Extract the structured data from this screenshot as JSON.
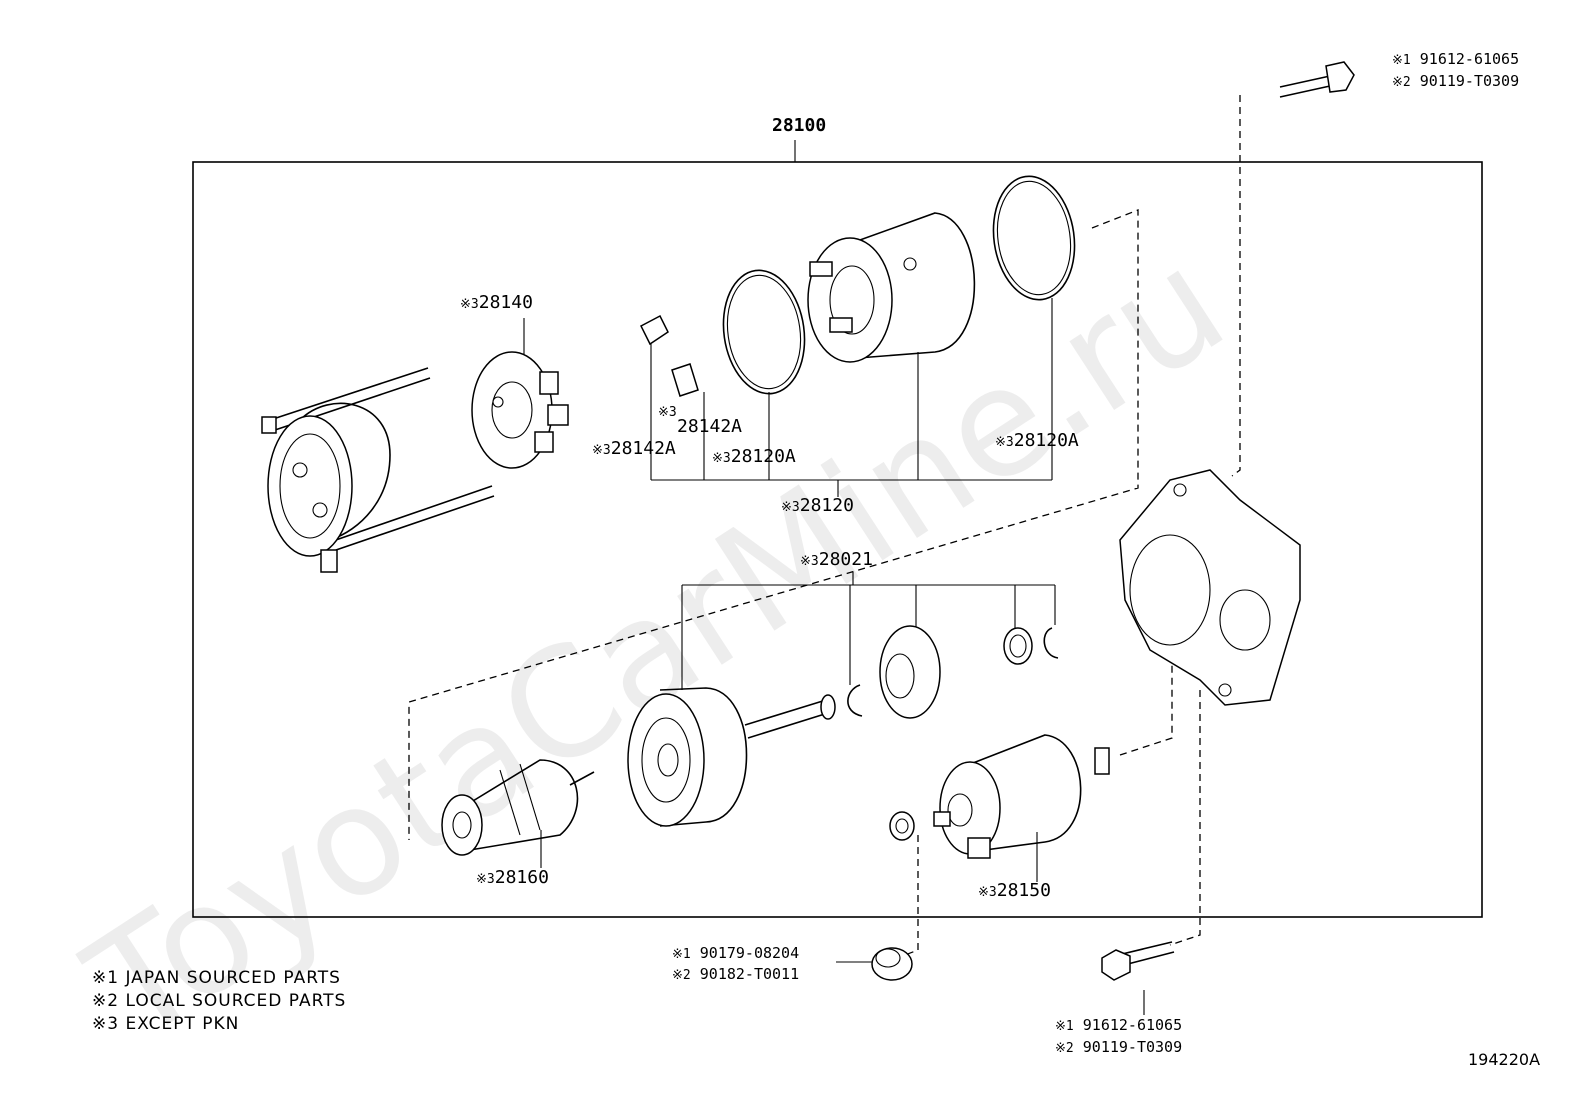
{
  "watermark": "ToyotaCarMine.ru",
  "diagram_id": "194220A",
  "assembly_label": "28100",
  "prefix": {
    "x1": "※1",
    "x2": "※2",
    "x3": "※3"
  },
  "labels": {
    "p28140": "28140",
    "p28142a_upper": "28142A",
    "p28142a_lower": "28142A",
    "p28120a_mid": "28120A",
    "p28120a_right": "28120A",
    "p28120": "28120",
    "p28021": "28021",
    "p28160": "28160",
    "p28150": "28150",
    "bolt_top_jp": "91612-61065",
    "bolt_top_local": "90119-T0309",
    "cap_jp": "90179-08204",
    "cap_local": "90182-T0011",
    "bolt_bottom_jp": "91612-61065",
    "bolt_bottom_local": "90119-T0309"
  },
  "legend": [
    {
      "mark": "※1",
      "text": "JAPAN SOURCED PARTS"
    },
    {
      "mark": "※2",
      "text": "LOCAL SOURCED PARTS"
    },
    {
      "mark": "※3",
      "text": "EXCEPT  PKN"
    }
  ]
}
